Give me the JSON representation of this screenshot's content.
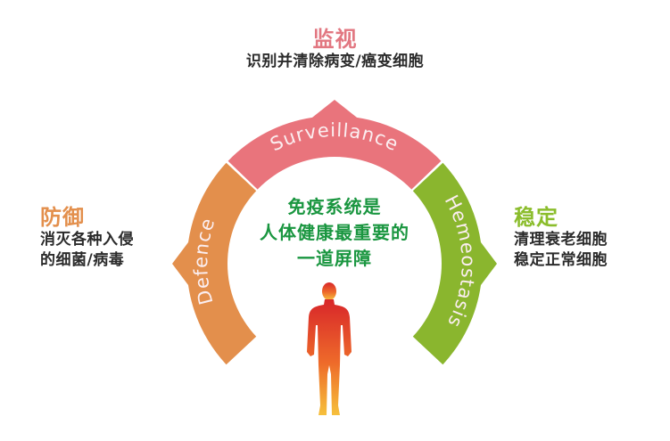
{
  "surveillance": {
    "title": "监视",
    "description": "识别并清除病变/癌变细胞",
    "arc_label": "Surveillance",
    "color": "#e9747c"
  },
  "defence": {
    "title": "防御",
    "description_lines": [
      "消灭各种入侵",
      "的细菌/病毒"
    ],
    "arc_label": "Defence",
    "color": "#e38f4c"
  },
  "homeostasis": {
    "title": "稳定",
    "description_lines": [
      "清理衰老细胞",
      "稳定正常细胞"
    ],
    "arc_label": "Hemeostasis",
    "color": "#8ab62e"
  },
  "center": {
    "lines": [
      "免疫系统是",
      "人体健康最重要的",
      "一道屏障"
    ],
    "color": "#1a9640"
  },
  "figure": {
    "icon": "human-body-icon",
    "gradient": [
      "#d8262a",
      "#f6bb3a"
    ]
  }
}
